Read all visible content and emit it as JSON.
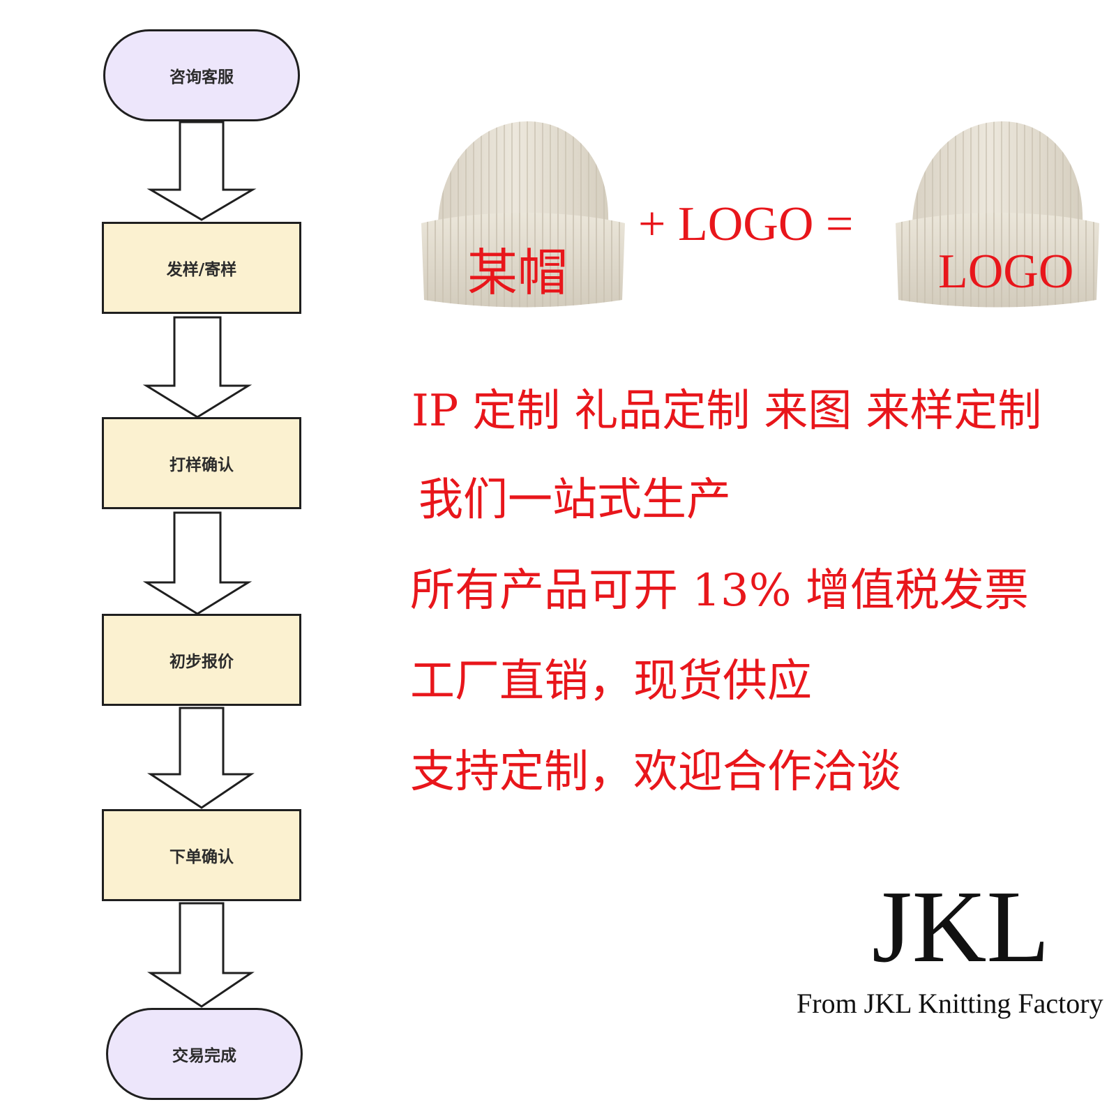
{
  "flowchart": {
    "steps": [
      {
        "label": "咨询客服",
        "shape": "terminal",
        "fill": "#ede6fb"
      },
      {
        "label": "发样/寄样",
        "shape": "process",
        "fill": "#fbf1d0"
      },
      {
        "label": "打样确认",
        "shape": "process",
        "fill": "#fbf1d0"
      },
      {
        "label": "初步报价",
        "shape": "process",
        "fill": "#fbf1d0"
      },
      {
        "label": "下单确认",
        "shape": "process",
        "fill": "#fbf1d0"
      },
      {
        "label": "交易完成",
        "shape": "terminal",
        "fill": "#ede6fb"
      }
    ]
  },
  "product": {
    "hat_label_left": "某帽",
    "formula": "+ LOGO =",
    "hat_label_right": "LOGO",
    "hat_color": "#e7e1d4",
    "accent_color": "#e8161b"
  },
  "features": {
    "lines": [
      "IP 定制 礼品定制 来图 来样定制",
      "我们一站式生产",
      "所有产品可开 13% 增值税发票",
      "工厂直销，现货供应",
      "支持定制，欢迎合作洽谈"
    ]
  },
  "brand": {
    "name": "JKL",
    "tagline": "From JKL Knitting Factory"
  }
}
